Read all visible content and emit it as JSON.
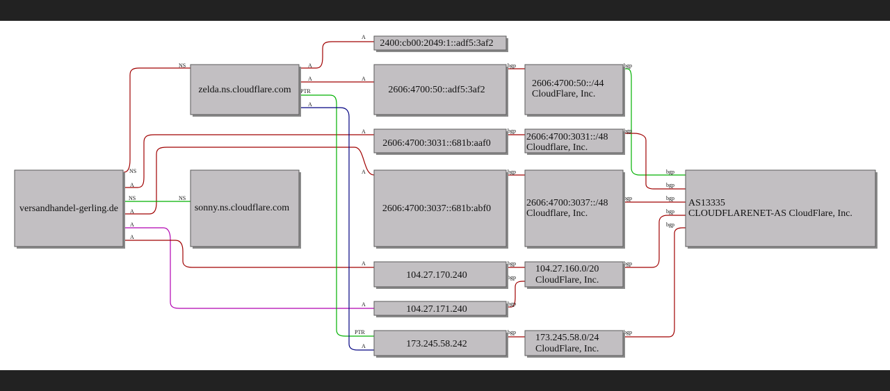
{
  "nodes": {
    "versandhandel": "versandhandel-gerling.de",
    "zelda": "zelda.ns.cloudflare.com",
    "sonny": "sonny.ns.cloudflare.com",
    "ip6_adf5_3af2_cb": "2400:cb00:2049:1::adf5:3af2",
    "ip6_adf5_3af2": "2606:4700:50::adf5:3af2",
    "ip6_681b_aaf0": "2606:4700:3031::681b:aaf0",
    "ip6_681b_abf0": "2606:4700:3037::681b:abf0",
    "ip4_170_240": "104.27.170.240",
    "ip4_171_240": "104.27.171.240",
    "ip4_58_242": "173.245.58.242",
    "net_50_44": [
      "2606:4700:50::/44",
      "CloudFlare, Inc."
    ],
    "net_3031_48": [
      "2606:4700:3031::/48",
      "Cloudflare, Inc."
    ],
    "net_3037_48": [
      "2606:4700:3037::/48",
      "Cloudflare, Inc."
    ],
    "net_104_20": [
      "104.27.160.0/20",
      "CloudFlare, Inc."
    ],
    "net_173_24": [
      "173.245.58.0/24",
      "CloudFlare, Inc."
    ],
    "as13335": [
      "AS13335",
      "CLOUDFLARENET-AS CloudFlare, Inc."
    ]
  },
  "edge_labels": {
    "a": "A",
    "ns": "NS",
    "ptr": "PTR",
    "bgp": "bgp"
  },
  "colors": {
    "a_record": "#a00000",
    "ns_record": "#00b000",
    "ptr_record": "#00b000",
    "reverse_a": "#000080",
    "special_a": "#b000b0",
    "node_fill": "#c2bfc2",
    "background": "#ffffff",
    "frame": "#222222"
  }
}
